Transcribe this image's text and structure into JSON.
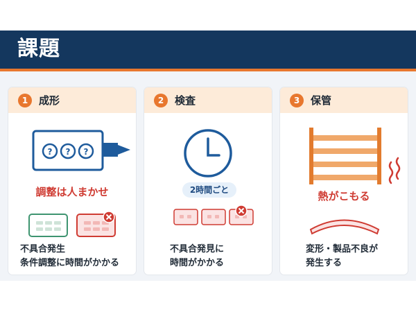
{
  "header": {
    "title": "課題"
  },
  "cards": [
    {
      "number": "1",
      "title": "成形",
      "highlight": "調整は人まかせ",
      "description": [
        "不具合発生",
        "条件調整に時間がかかる"
      ],
      "glyphs": [
        "?",
        "?",
        "?"
      ]
    },
    {
      "number": "2",
      "title": "検査",
      "tag": "2時間ごと",
      "description": [
        "不具合発見に",
        "時間がかかる"
      ]
    },
    {
      "number": "3",
      "title": "保管",
      "highlight": "熱がこもる",
      "description": [
        "変形・製品不良が",
        "発生する"
      ]
    }
  ],
  "colors": {
    "navy": "#14375e",
    "orange": "#e8772e",
    "red": "#cf3b32",
    "blue": "#1e5b9c",
    "green": "#3e9470"
  }
}
